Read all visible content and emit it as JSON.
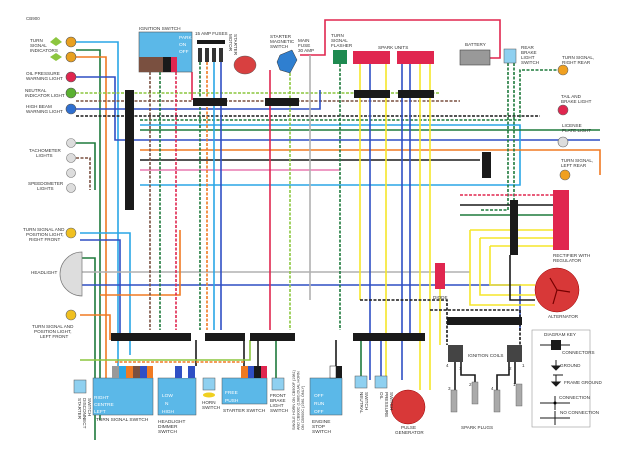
{
  "title": "CB900",
  "colors": {
    "wire_red": "#e0264f",
    "wire_blue": "#2f4fc4",
    "wire_lightblue": "#2aa6e6",
    "wire_green": "#1e7a3c",
    "wire_lightgreen": "#8cc63f",
    "wire_orange": "#f07a22",
    "wire_yellow": "#f5e62a",
    "wire_brown": "#7a5040",
    "wire_black": "#1a1a1a",
    "wire_grey": "#b0b0b0",
    "wire_pink": "#e87ab0",
    "component_red": "#e0264f",
    "switch_blue": "#5bb8e8"
  },
  "labels": {
    "turn_signal_indicators": [
      "TURN",
      "SIGNAL",
      "INDICATORS"
    ],
    "oil_pressure": [
      "OIL PRESSURE",
      "WARNING LIGHT"
    ],
    "neutral": [
      "NEUTRAL",
      "INDICATOR LIGHT"
    ],
    "high_beam": [
      "HIGH BEAM",
      "WARNING LIGHT"
    ],
    "tachometer": [
      "TACHOMETER",
      "LIGHTS"
    ],
    "speedometer": [
      "SPEEDOMETER",
      "LIGHTS"
    ],
    "turn_right_front": [
      "TURN SIGNAL AND",
      "POSITION LIGHT,",
      "RIGHT FRONT"
    ],
    "headlight": [
      "HEADLIGHT"
    ],
    "turn_left_front": [
      "TURN SIGNAL AND",
      "POSITION LIGHT,",
      "LEFT FRONT"
    ],
    "ignition_switch": [
      "IGNITION SWITCH"
    ],
    "fuses": [
      "15 AMP FUSES"
    ],
    "starter_motor": [
      "STARTER",
      "MOTOR"
    ],
    "starter_magnetic_switch": [
      "STARTER",
      "MAGNETIC",
      "SWITCH"
    ],
    "main_fuse": [
      "MAIN",
      "FUSE",
      "30 AMP"
    ],
    "flasher": [
      "TURN",
      "SIGNAL",
      "FLASHER"
    ],
    "spark_units": [
      "SPARK UNITS"
    ],
    "battery": [
      "BATTERY"
    ],
    "rear_brake_switch": [
      "REAR",
      "BRAKE",
      "LIGHT",
      "SWITCH"
    ],
    "turn_right_rear": [
      "TURN SIGNAL,",
      "RIGHT REAR"
    ],
    "tail_brake": [
      "TAIL AND",
      "BRAKE LIGHT"
    ],
    "license_plate": [
      "LICENSE",
      "PLATE LIGHT"
    ],
    "turn_left_rear": [
      "TURN SIGNAL,",
      "LEFT REAR"
    ],
    "rectifier": [
      "RECTIFIER WITH",
      "REGULATOR"
    ],
    "alternator": [
      "ALTERNATOR"
    ],
    "diode": [
      "DIODE"
    ],
    "ignition_coils": [
      "IGNITION COILS"
    ],
    "spark_plugs": [
      "SPARK PLUGS"
    ],
    "pulse_generator": [
      "PULSE",
      "GENERATOR"
    ],
    "starter_disconnect": [
      "STARTER",
      "DISCONNECT",
      "SWITCH"
    ],
    "turn_signal_switch": [
      "TURN SIGNAL SWITCH"
    ],
    "headlight_dimmer": [
      "HEADLIGHT",
      "DIMMER",
      "SWITCH"
    ],
    "horn_switch": [
      "HORN",
      "SWITCH"
    ],
    "starter_switch": [
      "STARTER SWITCH"
    ],
    "front_brake_switch": [
      "FRONT",
      "BRAKE",
      "LIGHT",
      "SWITCH"
    ],
    "horn_note": [
      "SINGLE HORN ON CB900F (1981)",
      "AND CB900C (1980) DUAL HORN",
      "ON CB900C (1981 ONLY)"
    ],
    "engine_stop": [
      "ENGINE",
      "STOP",
      "SWITCH"
    ],
    "neutral_switch": [
      "NEUTRAL",
      "SWITCH"
    ],
    "oil_pressure_switch": [
      "OIL",
      "PRESSURE",
      "SWITCH"
    ],
    "coil_numbers": [
      "4",
      "1",
      "2",
      "1"
    ],
    "plug_numbers": [
      "3",
      "2",
      "4",
      "1"
    ]
  },
  "switches": {
    "ignition": [
      "PARK",
      "ON",
      "OFF"
    ],
    "turn_signal": [
      "RIGHT",
      "CENTRE",
      "LEFT"
    ],
    "dimmer": [
      "LOW",
      "N",
      "HIGH"
    ],
    "starter": [
      "FREE",
      "PUSH"
    ],
    "engine_stop": [
      "OFF",
      "RUN",
      "OFF"
    ]
  },
  "diagram_key": {
    "title": "DIAGRAM KEY",
    "items": [
      "CONNECTORS",
      "GROUND",
      "FRAME GROUND",
      "CONNECTION",
      "NO CONNECTION"
    ]
  }
}
